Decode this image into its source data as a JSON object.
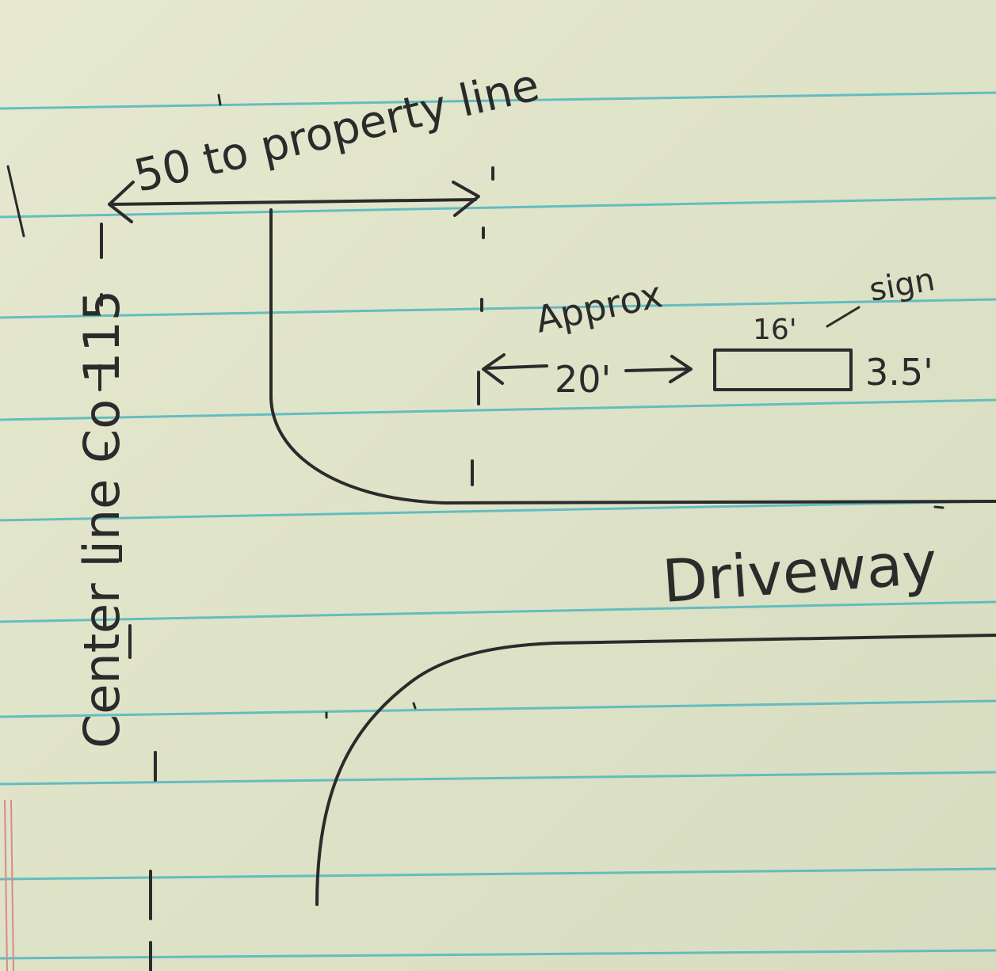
{
  "paper": {
    "background": "#dfe3c7",
    "rule_color": "#4fb6c0",
    "margin_color": "#d98a8a",
    "ink_color": "#2b2b2b"
  },
  "labels": {
    "property_line": "50 to property line",
    "approx": "Approx",
    "setback": "20'",
    "sign_width": "16'",
    "sign_label": "sign",
    "sign_height": "3.5'",
    "driveway": "Driveway",
    "center_line": "Center line Co 115"
  }
}
